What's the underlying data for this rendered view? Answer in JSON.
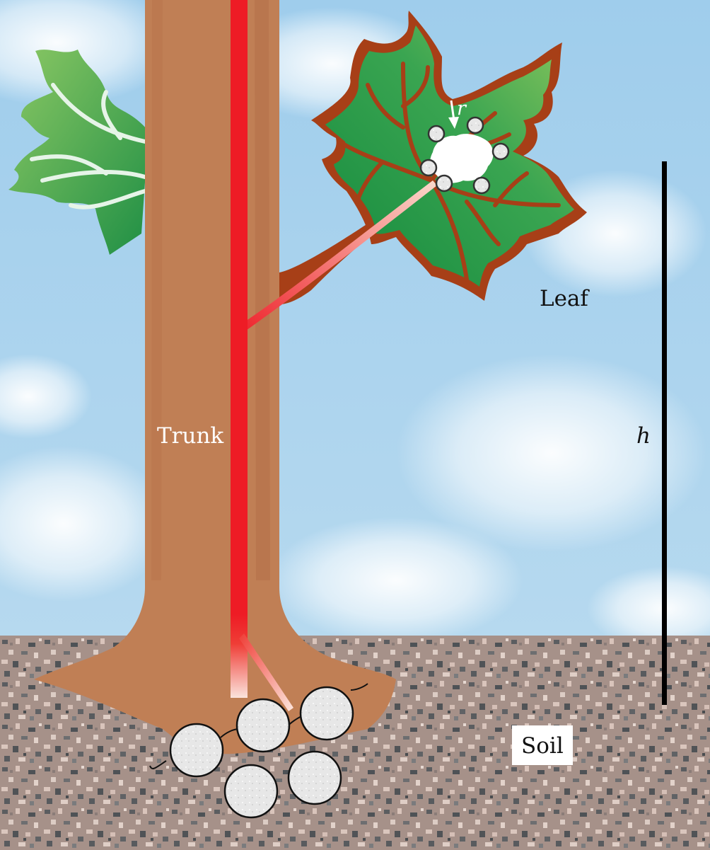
{
  "labels": {
    "leaf": "Leaf",
    "trunk": "Trunk",
    "soil": "Soil",
    "height": "h",
    "radius": "r"
  },
  "colors": {
    "sky": "#a9d3ee",
    "trunk": "#c07f55",
    "xylem": "#ee1c25",
    "leaf_fill": "#2d9a4c",
    "leaf_outline": "#a73f17",
    "soil": "#a08b84",
    "pore_fill": "#e6e6e6"
  }
}
